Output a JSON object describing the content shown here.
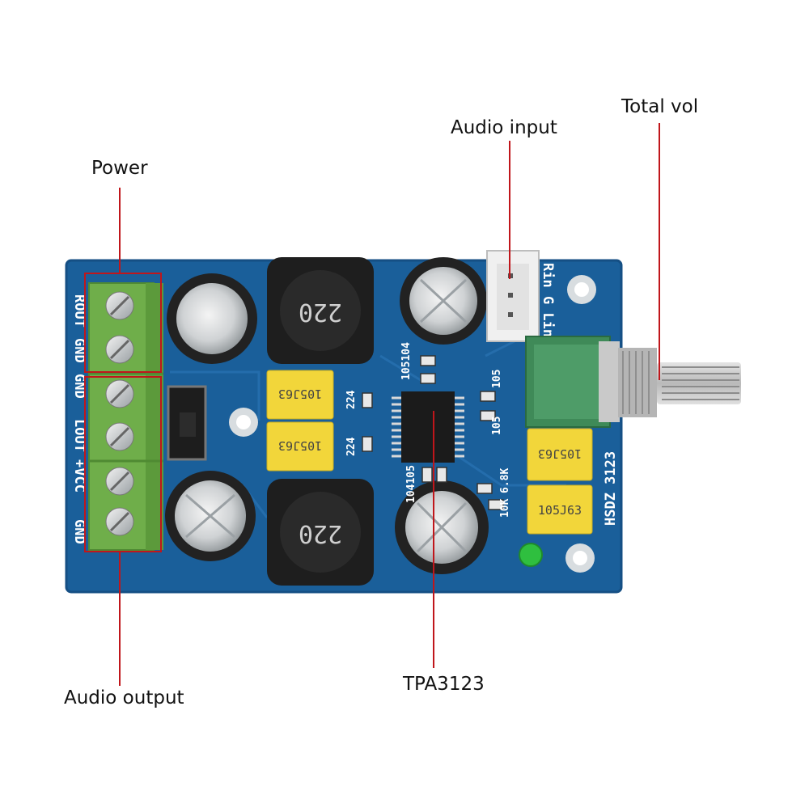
{
  "callouts": {
    "power": "Power",
    "audio_input": "Audio input",
    "total_vol": "Total vol",
    "audio_output": "Audio output",
    "chip": "TPA3123"
  },
  "board": {
    "silk_left": [
      "ROUT",
      "GND",
      "GND",
      "LOUT",
      "+VCC",
      "GND"
    ],
    "silk_input": "Rin G Lin",
    "silk_model": "HSDZ 3123",
    "inductor_mark": "220",
    "film_cap_mark": "105J63",
    "smd_marks": [
      "224",
      "224",
      "105104",
      "105",
      "105",
      "10K",
      "6.8K",
      "104105"
    ]
  },
  "colors": {
    "pcb": "#1a5f9a",
    "pcb_edge": "#154f84",
    "terminal": "#6fae4a",
    "film_cap": "#f2d63a",
    "callout_line": "#c0161b",
    "led": "#2fbf3f"
  }
}
